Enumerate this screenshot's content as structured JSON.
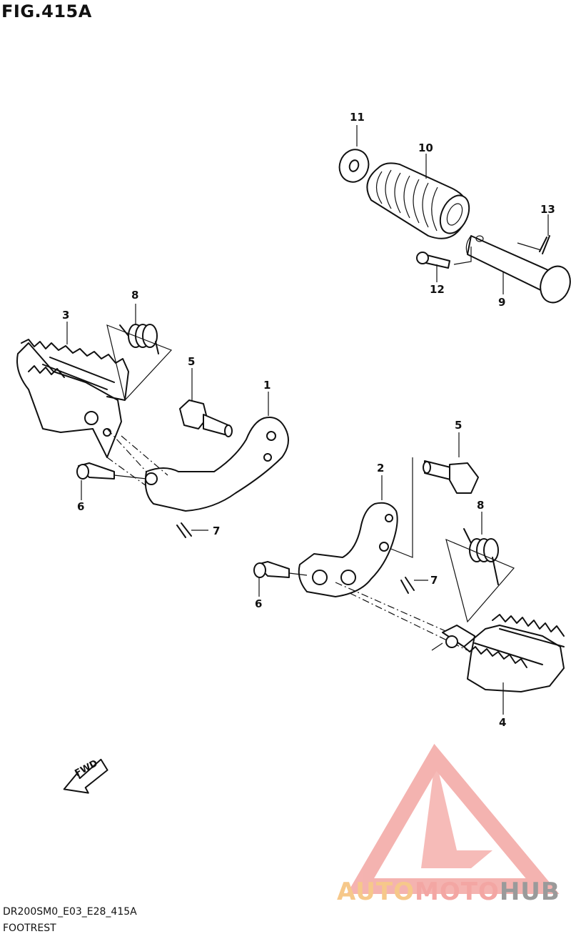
{
  "figure": {
    "title": "FIG.415A"
  },
  "callouts": [
    {
      "id": "c11",
      "label": "11"
    },
    {
      "id": "c10",
      "label": "10"
    },
    {
      "id": "c13",
      "label": "13"
    },
    {
      "id": "c12",
      "label": "12"
    },
    {
      "id": "c9",
      "label": "9"
    },
    {
      "id": "c8a",
      "label": "8"
    },
    {
      "id": "c3",
      "label": "3"
    },
    {
      "id": "c5a",
      "label": "5"
    },
    {
      "id": "c1",
      "label": "1"
    },
    {
      "id": "c6a",
      "label": "6"
    },
    {
      "id": "c7a",
      "label": "7"
    },
    {
      "id": "c5b",
      "label": "5"
    },
    {
      "id": "c2",
      "label": "2"
    },
    {
      "id": "c8b",
      "label": "8"
    },
    {
      "id": "c7b",
      "label": "7"
    },
    {
      "id": "c6b",
      "label": "6"
    },
    {
      "id": "c4",
      "label": "4"
    }
  ],
  "fwd_label": "FWD",
  "footer": {
    "code": "DR200SM0_E03_E28_415A",
    "name": "FOOTREST"
  },
  "watermark": {
    "part1": "AUTO",
    "part2": "MOTO",
    "part3": "HUB",
    "colors": {
      "auto": "#f6c88a",
      "moto": "#f3a6a3",
      "hub": "#9a9a9a",
      "triangle": "#f3a6a3"
    }
  }
}
